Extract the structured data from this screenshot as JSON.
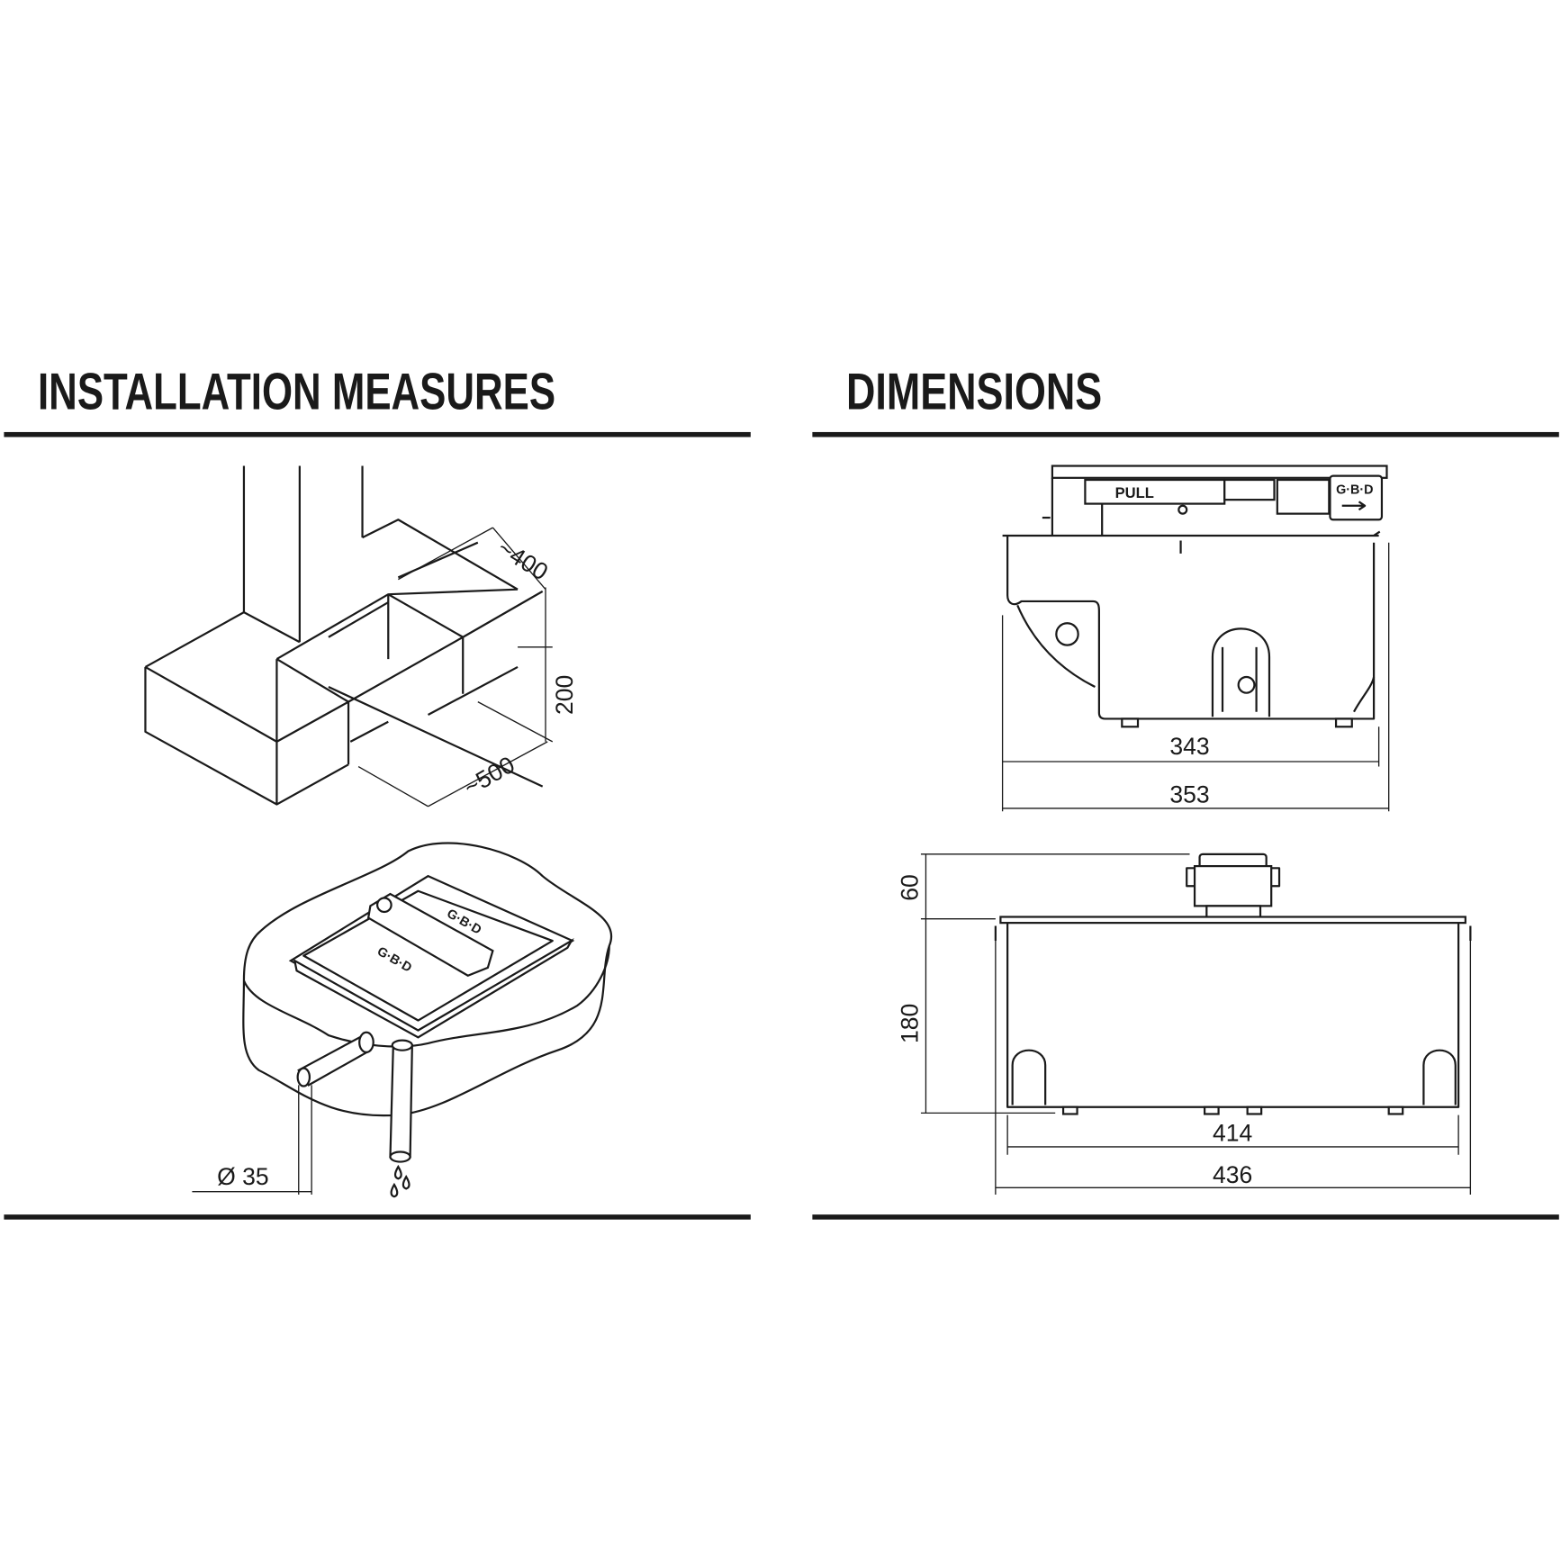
{
  "sections": {
    "installation": {
      "title": "INSTALLATION MEASURES"
    },
    "dimensions": {
      "title": "DIMENSIONS"
    }
  },
  "installation_labels": {
    "depth": "~400",
    "height": "200",
    "width": "~500",
    "pipe_diameter": "Ø 35"
  },
  "dimension_labels": {
    "inner_depth": "343",
    "outer_depth": "353",
    "handle_height": "60",
    "body_height": "180",
    "inner_width": "414",
    "outer_width": "436"
  },
  "product_marks": {
    "pull": "PULL",
    "logo": "G·B·D"
  }
}
